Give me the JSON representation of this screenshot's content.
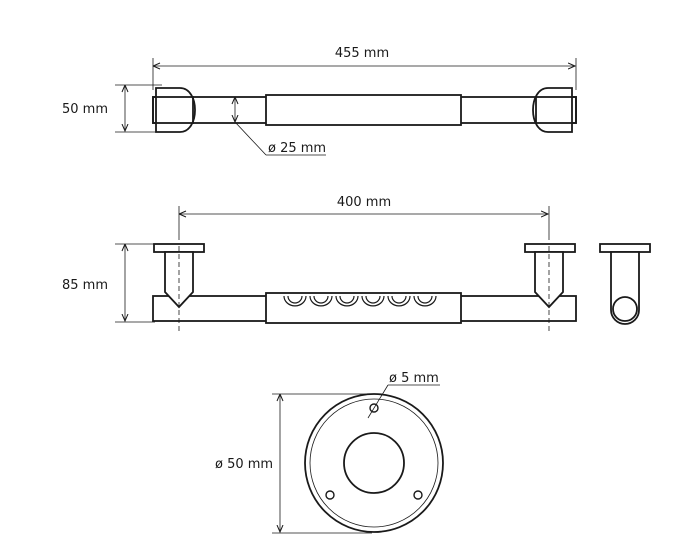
{
  "top_view": {
    "length_label": "455 mm",
    "height_label": "50 mm",
    "diameter_label": "ø 25 mm"
  },
  "front_view": {
    "spacing_label": "400 mm",
    "depth_label": "85 mm"
  },
  "flange_view": {
    "screw_hole_label": "ø 5 mm",
    "diameter_label": "ø 50 mm"
  }
}
